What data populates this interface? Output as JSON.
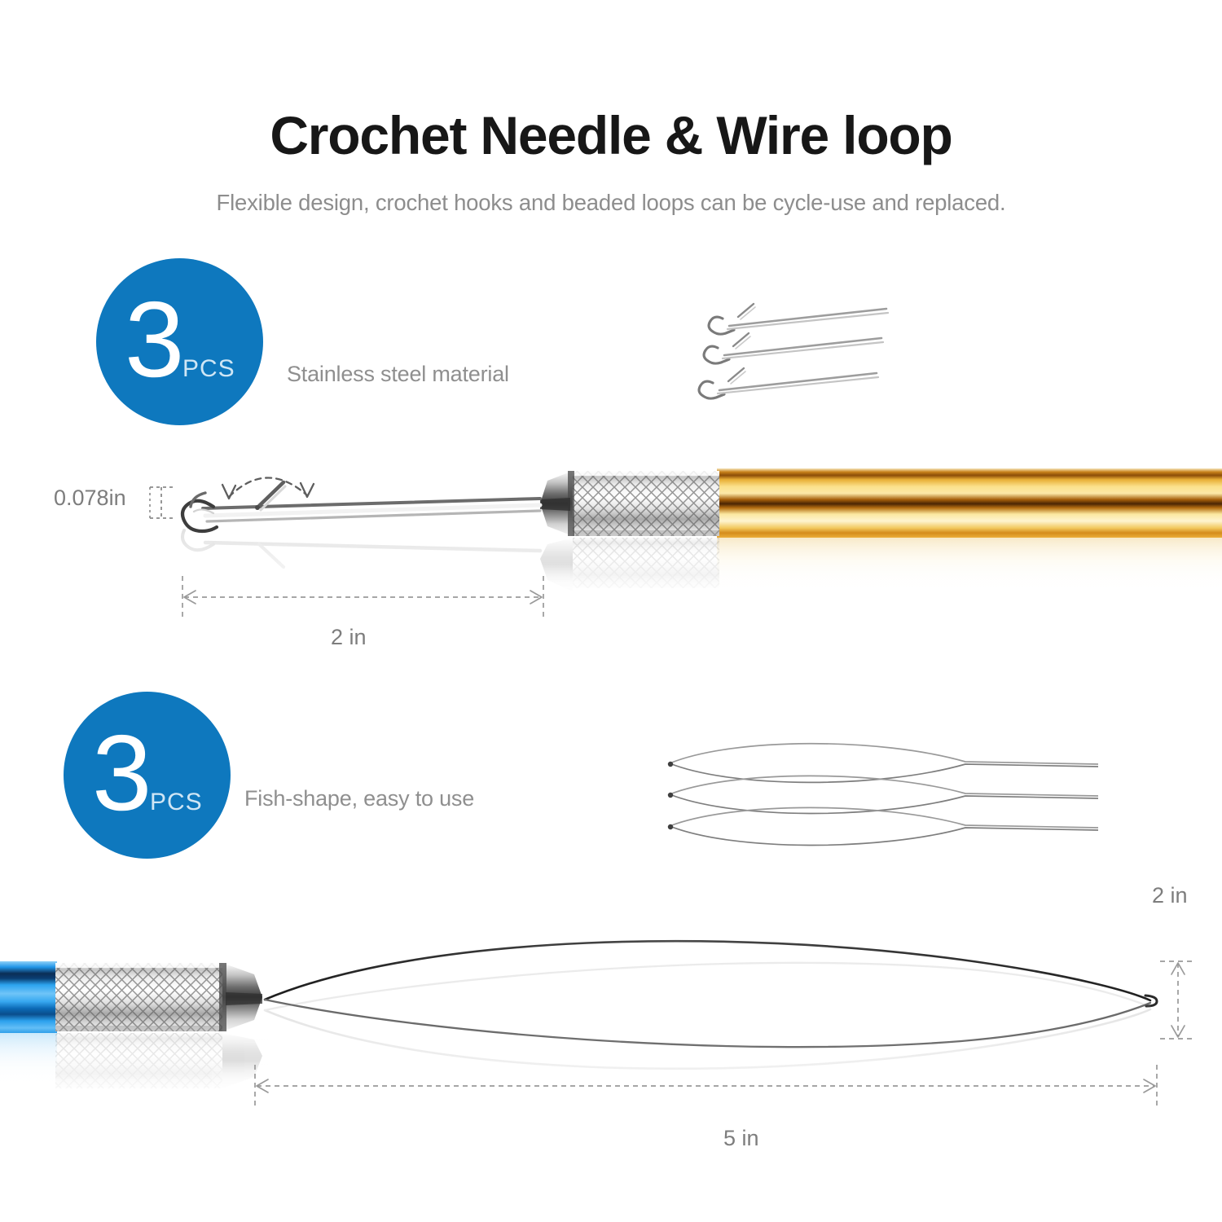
{
  "header": {
    "title": "Crochet Needle & Wire loop",
    "subtitle": "Flexible design, crochet hooks and beaded loops can be cycle-use and replaced."
  },
  "colors": {
    "badge_blue": "#0E78BE",
    "title_black": "#171717",
    "subtitle_grey": "#8d8d8d",
    "dimension_grey": "#7d7d7d",
    "gold_handle": "#E8A62C",
    "blue_handle": "#0C8FE8",
    "steel_silver": "#C9C9C9"
  },
  "sections": [
    {
      "badge_count": "3",
      "badge_unit": "PCS",
      "label": "Stainless steel material",
      "product": "crochet-needle",
      "item_count": 3
    },
    {
      "badge_count": "3",
      "badge_unit": "PCS",
      "label": "Fish-shape, easy to use",
      "product": "wire-loop",
      "item_count": 3
    }
  ],
  "dimensions": {
    "hook_width": "0.078in",
    "needle_length": "2 in",
    "loop_length": "5 in",
    "loop_height": "2 in"
  }
}
